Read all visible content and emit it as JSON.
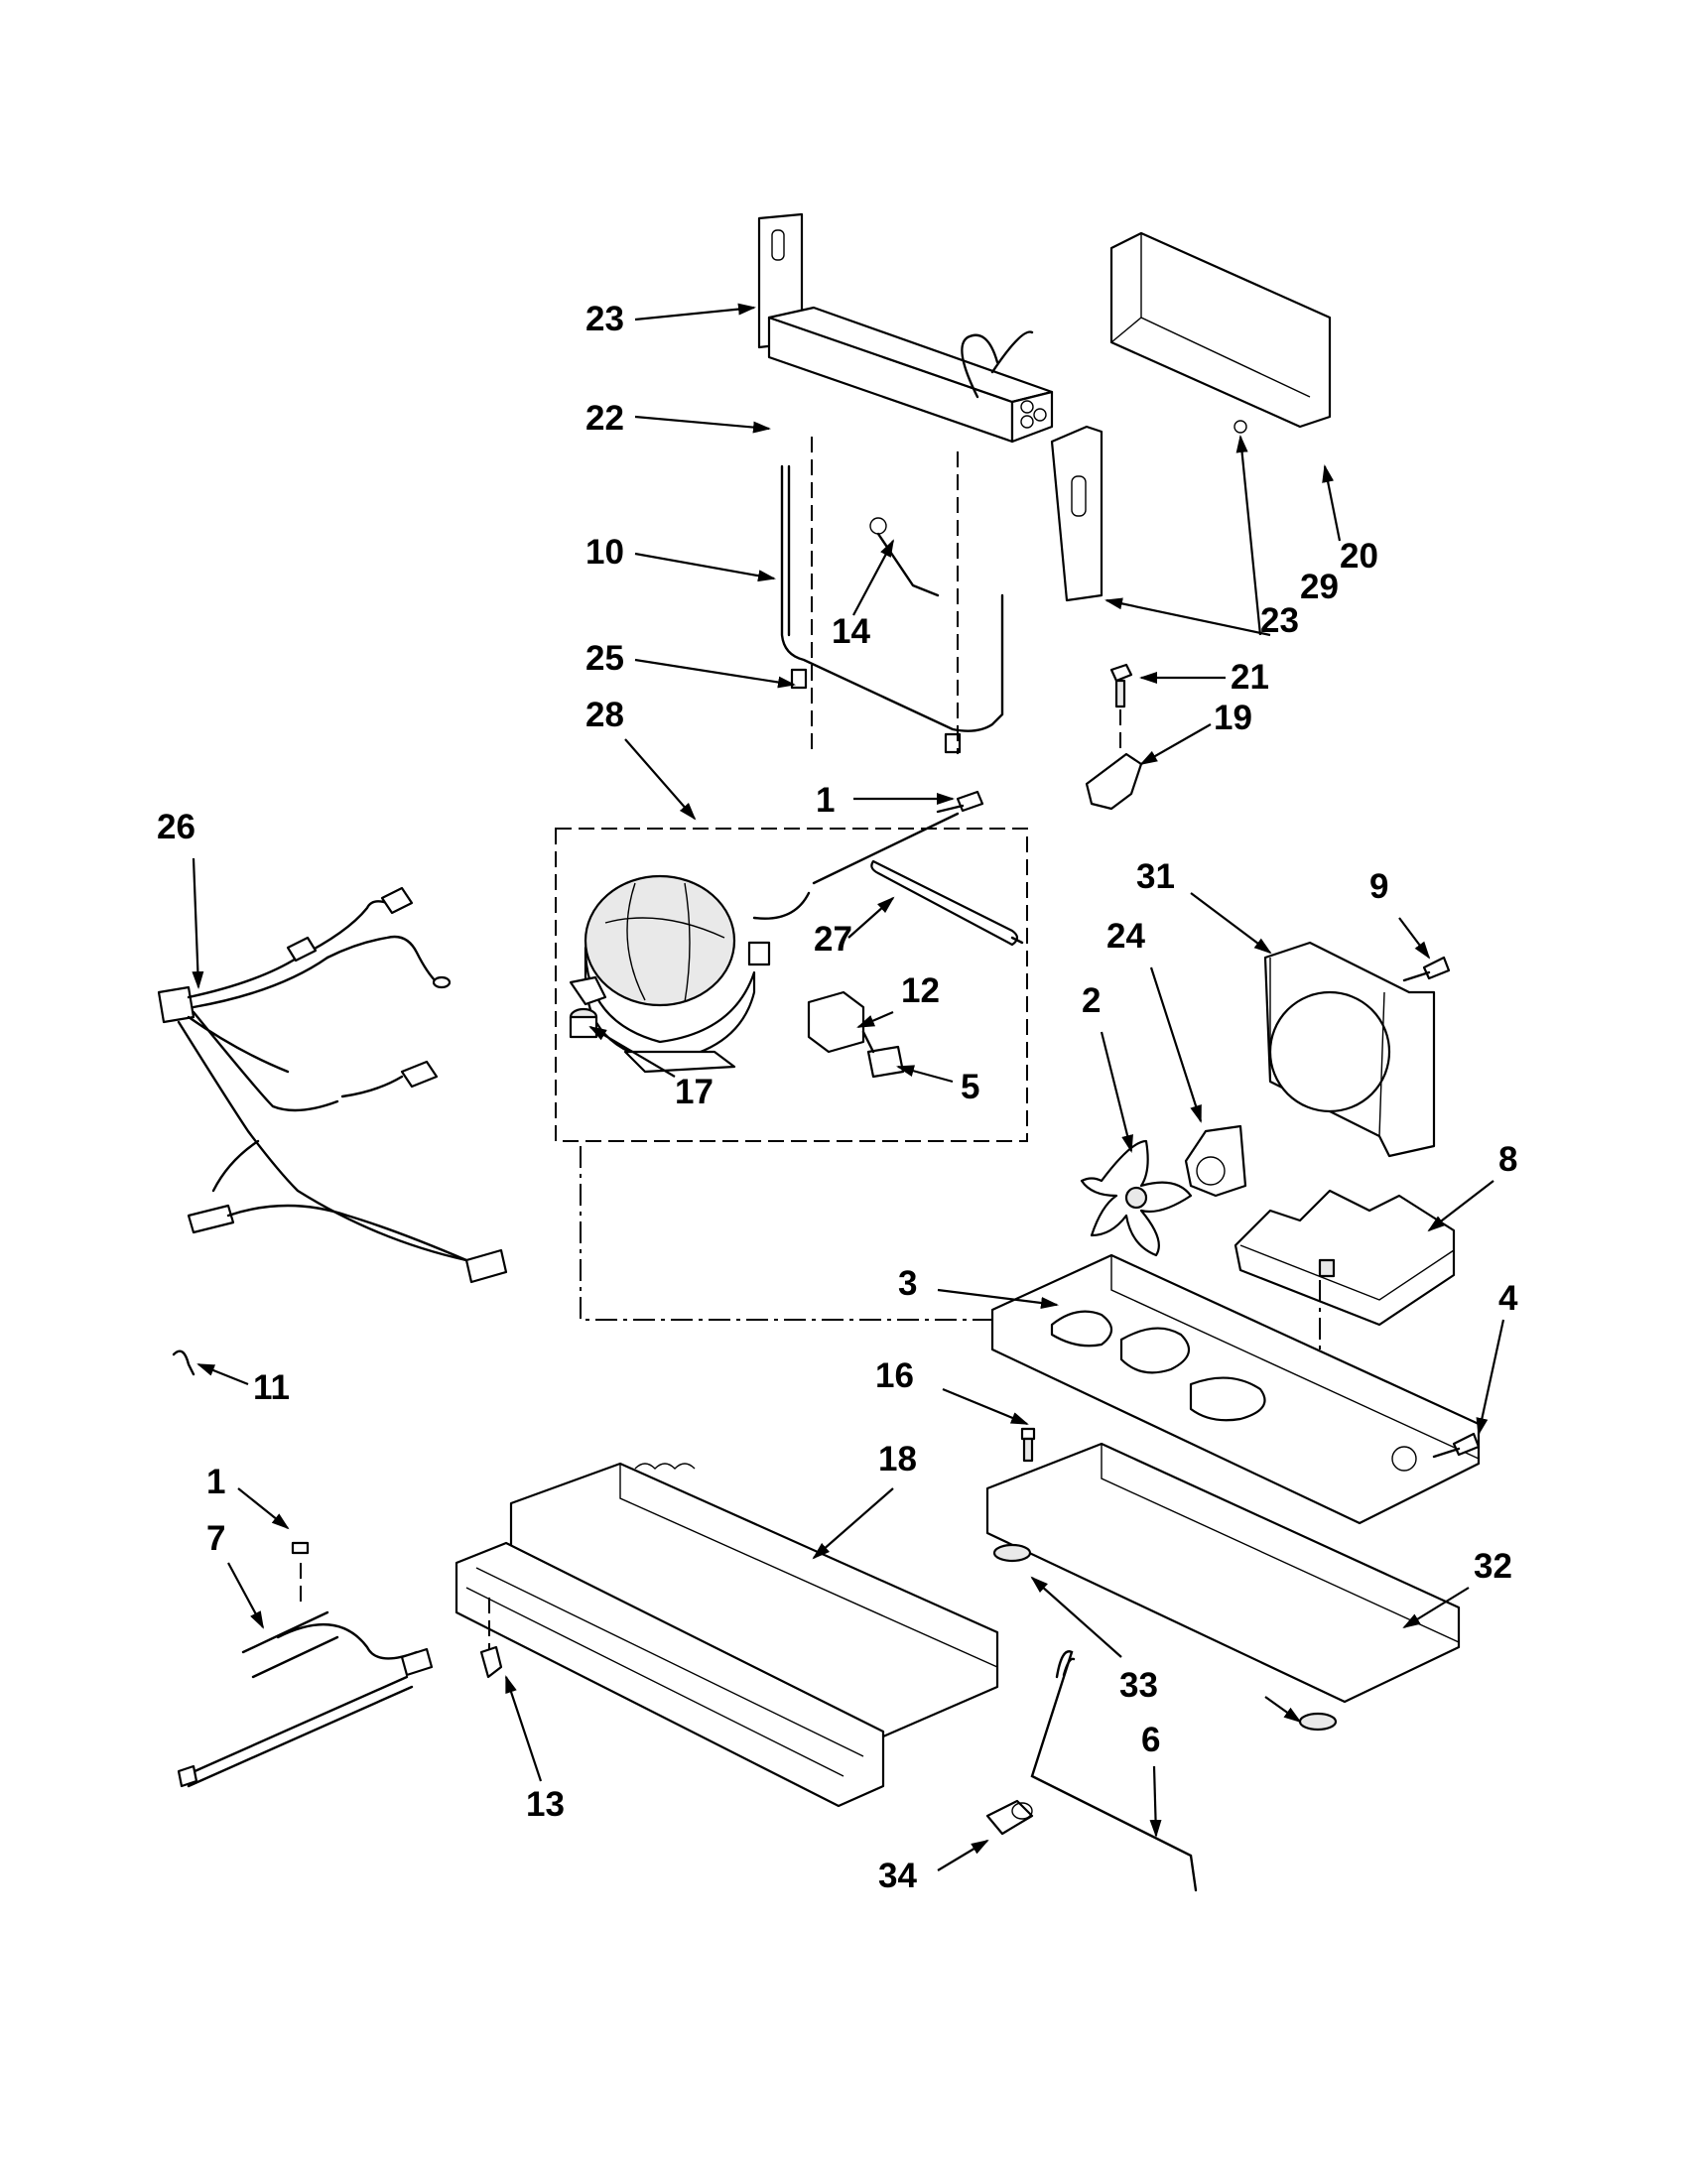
{
  "diagram": {
    "labels": {
      "l1a": "1",
      "l1b": "1",
      "l2": "2",
      "l3": "3",
      "l4": "4",
      "l5": "5",
      "l6": "6",
      "l7": "7",
      "l8": "8",
      "l9": "9",
      "l10": "10",
      "l11": "11",
      "l12": "12",
      "l13": "13",
      "l14": "14",
      "l16": "16",
      "l17": "17",
      "l18": "18",
      "l19": "19",
      "l20": "20",
      "l21": "21",
      "l22": "22",
      "l23a": "23",
      "l23b": "23",
      "l24": "24",
      "l25": "25",
      "l26": "26",
      "l27": "27",
      "l28": "28",
      "l29": "29",
      "l31": "31",
      "l32": "32",
      "l33": "33",
      "l34": "34"
    }
  }
}
